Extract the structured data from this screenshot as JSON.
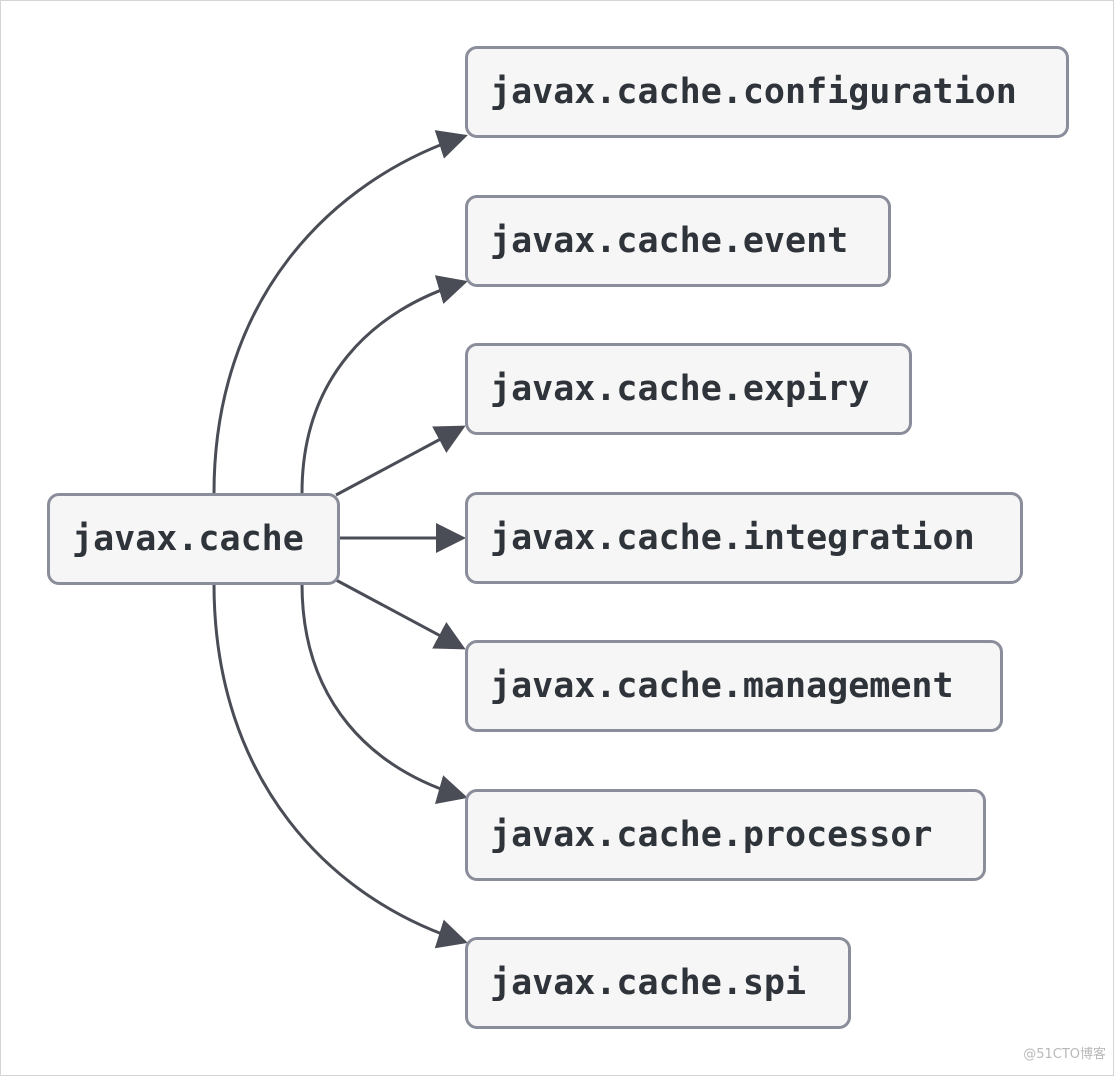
{
  "root": {
    "label": "javax.cache"
  },
  "children": [
    {
      "label": "javax.cache.configuration"
    },
    {
      "label": "javax.cache.event"
    },
    {
      "label": "javax.cache.expiry"
    },
    {
      "label": "javax.cache.integration"
    },
    {
      "label": "javax.cache.management"
    },
    {
      "label": "javax.cache.processor"
    },
    {
      "label": "javax.cache.spi"
    }
  ],
  "watermark": "@51CTO博客",
  "colors": {
    "node_fill": "#f6f6f7",
    "node_border": "#8a8d9a",
    "edge": "#4a4d56",
    "text": "#2f333a"
  }
}
